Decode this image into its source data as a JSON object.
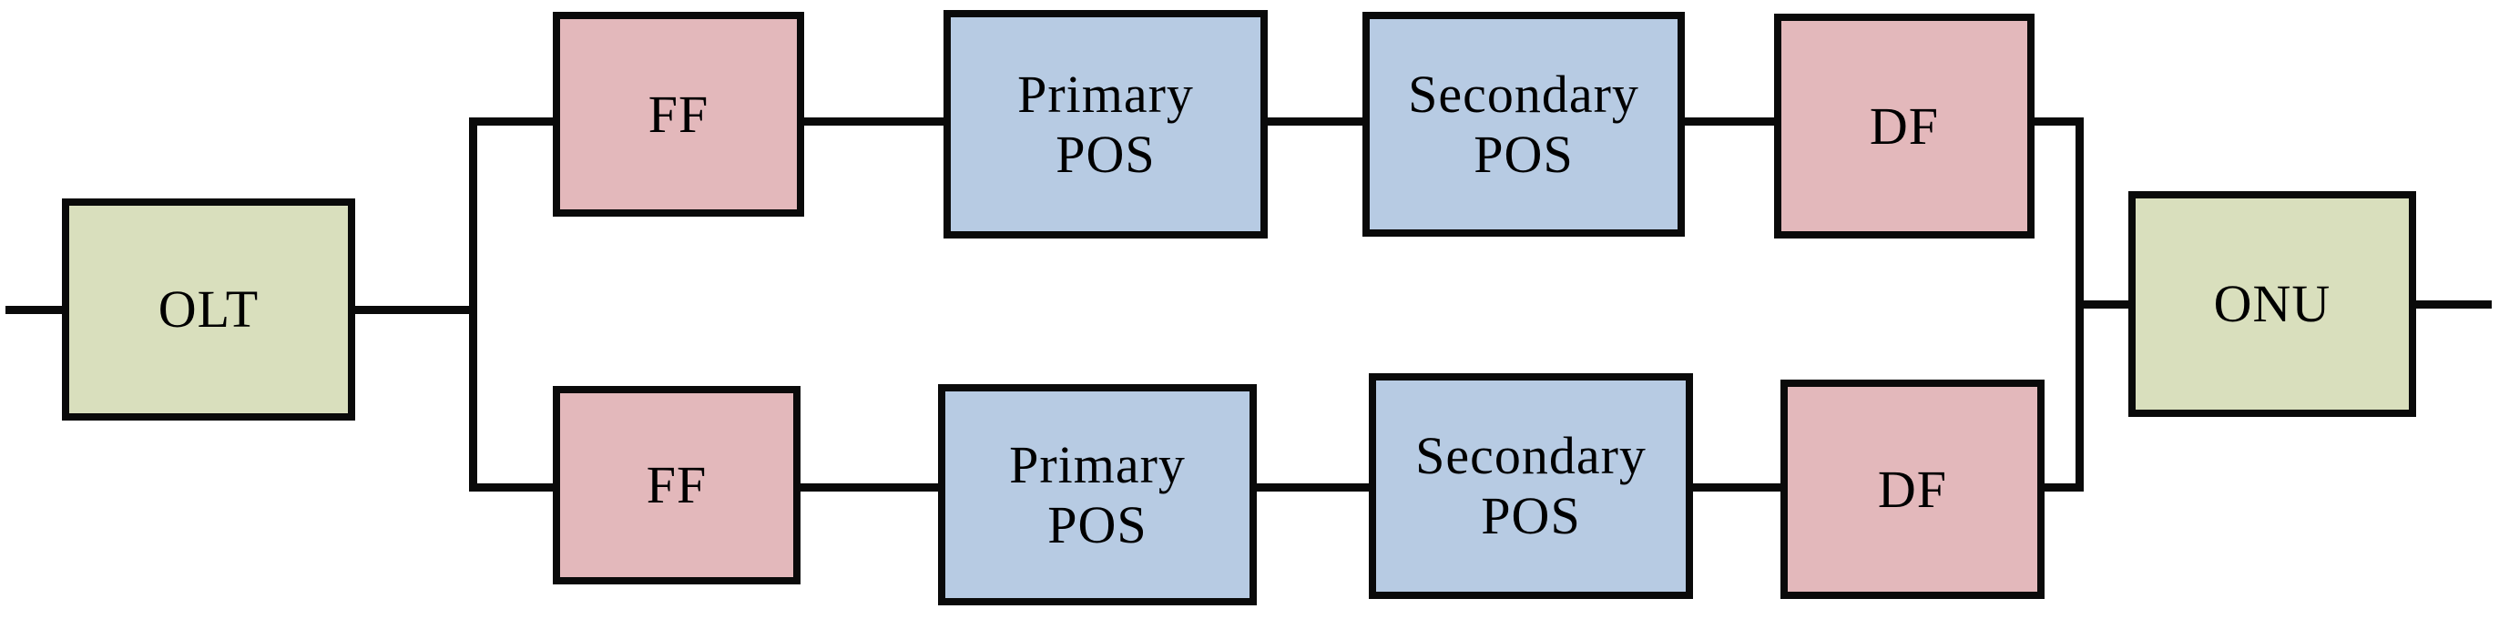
{
  "diagram_type": "block-diagram",
  "colors": {
    "background": "#ffffff",
    "line": "#0a0a0a",
    "green": "#d9dfbd",
    "pink": "#e3b8bb",
    "blue": "#b7cbe3"
  },
  "nodes": [
    {
      "id": "olt",
      "label": "OLT",
      "lines": [
        "OLT"
      ],
      "fill": "green"
    },
    {
      "id": "ff-upper",
      "label": "FF",
      "lines": [
        "FF"
      ],
      "fill": "pink"
    },
    {
      "id": "primary-pos-upper",
      "label": "Primary POS",
      "lines": [
        "Primary",
        "POS"
      ],
      "fill": "blue"
    },
    {
      "id": "secondary-pos-upper",
      "label": "Secondary POS",
      "lines": [
        "Secondary",
        "POS"
      ],
      "fill": "blue"
    },
    {
      "id": "df-upper",
      "label": "DF",
      "lines": [
        "DF"
      ],
      "fill": "pink"
    },
    {
      "id": "ff-lower",
      "label": "FF",
      "lines": [
        "FF"
      ],
      "fill": "pink"
    },
    {
      "id": "primary-pos-lower",
      "label": "Primary POS",
      "lines": [
        "Primary",
        "POS"
      ],
      "fill": "blue"
    },
    {
      "id": "secondary-pos-lower",
      "label": "Secondary POS",
      "lines": [
        "Secondary",
        "POS"
      ],
      "fill": "blue"
    },
    {
      "id": "df-lower",
      "label": "DF",
      "lines": [
        "DF"
      ],
      "fill": "pink"
    },
    {
      "id": "onu",
      "label": "ONU",
      "lines": [
        "ONU"
      ],
      "fill": "green"
    }
  ],
  "connections": [
    {
      "from": "input",
      "to": "olt"
    },
    {
      "from": "olt",
      "to": "split-point"
    },
    {
      "from": "split-point",
      "to": "ff-upper"
    },
    {
      "from": "ff-upper",
      "to": "primary-pos-upper"
    },
    {
      "from": "primary-pos-upper",
      "to": "secondary-pos-upper"
    },
    {
      "from": "secondary-pos-upper",
      "to": "df-upper"
    },
    {
      "from": "df-upper",
      "to": "merge-point"
    },
    {
      "from": "split-point",
      "to": "ff-lower"
    },
    {
      "from": "ff-lower",
      "to": "primary-pos-lower"
    },
    {
      "from": "primary-pos-lower",
      "to": "secondary-pos-lower"
    },
    {
      "from": "secondary-pos-lower",
      "to": "df-lower"
    },
    {
      "from": "df-lower",
      "to": "merge-point"
    },
    {
      "from": "merge-point",
      "to": "onu"
    },
    {
      "from": "onu",
      "to": "output"
    }
  ]
}
